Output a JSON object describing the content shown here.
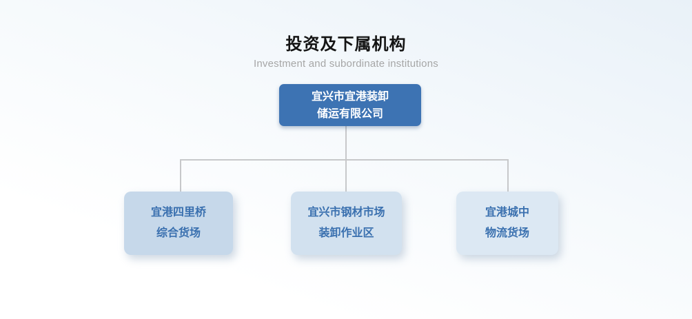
{
  "header": {
    "title": "投资及下属机构",
    "subtitle": "Investment and subordinate institutions"
  },
  "org_chart": {
    "type": "org-tree",
    "root": {
      "line1": "宜兴市宜港装卸",
      "line2": "储运有限公司"
    },
    "children": [
      {
        "line1": "宜港四里桥",
        "line2": "综合货场"
      },
      {
        "line1": "宜兴市钢材市场",
        "line2": "装卸作业区"
      },
      {
        "line1": "宜港城中",
        "line2": "物流货场"
      }
    ]
  },
  "colors": {
    "root-box-bg": "#3d73b3",
    "root-box-text": "#ffffff",
    "child-bg-0": "#c6d8ea",
    "child-bg-1": "#d2e1ef",
    "child-bg-2": "#dce8f3",
    "child-text": "#3a70af",
    "line-color": "#c7c8ca",
    "title-color": "#141414",
    "subtitle-color": "#a6a6a6",
    "bg-top": "#e9f1f8",
    "bg-bottom": "#ffffff"
  }
}
